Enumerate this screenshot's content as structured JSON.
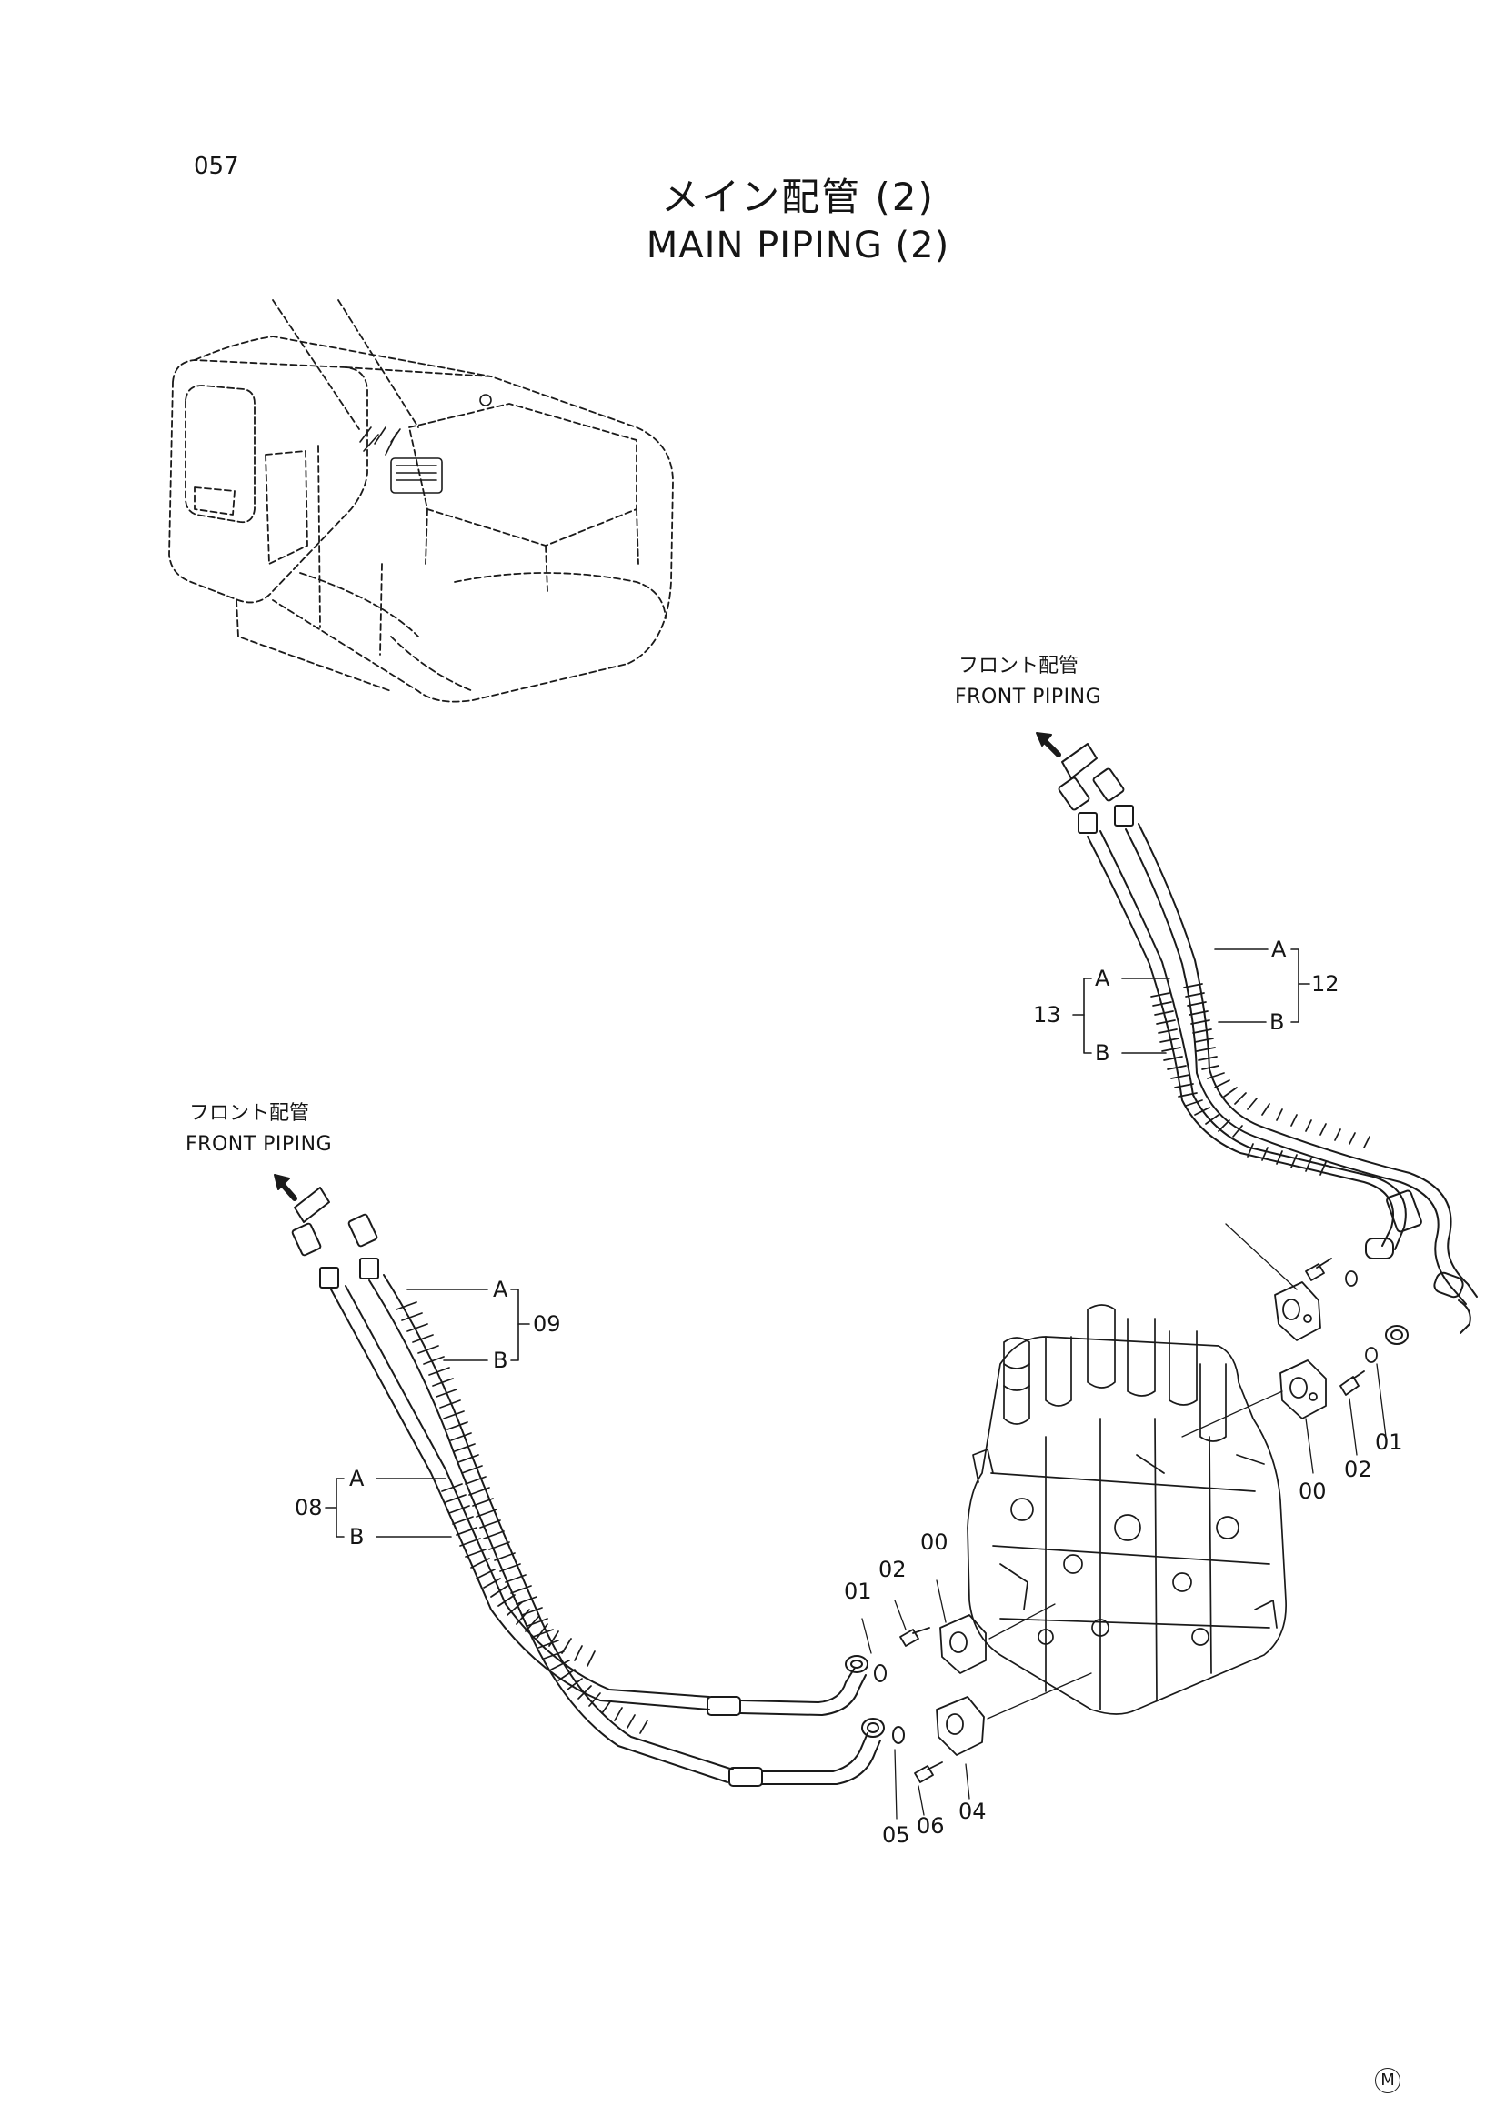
{
  "page_number": "057",
  "title_jp": "メイン配管 (2)",
  "title_en": "MAIN PIPING (2)",
  "front_piping_upper": {
    "jp": "フロント配管",
    "en": "FRONT PIPING"
  },
  "front_piping_lower": {
    "jp": "フロント配管",
    "en": "FRONT PIPING"
  },
  "hose_label_a": "A",
  "hose_label_b": "B",
  "callouts": {
    "upper_13": "13",
    "upper_12": "12",
    "lower_09": "09",
    "lower_08": "08",
    "upper_00": "00",
    "upper_01": "01",
    "upper_02": "02",
    "lower_00": "00",
    "lower_01": "01",
    "lower_02": "02",
    "lower_04": "04",
    "lower_05": "05",
    "lower_06": "06"
  },
  "corner_mark": "M",
  "colors": {
    "ink": "#151515",
    "paper": "#ffffff"
  }
}
